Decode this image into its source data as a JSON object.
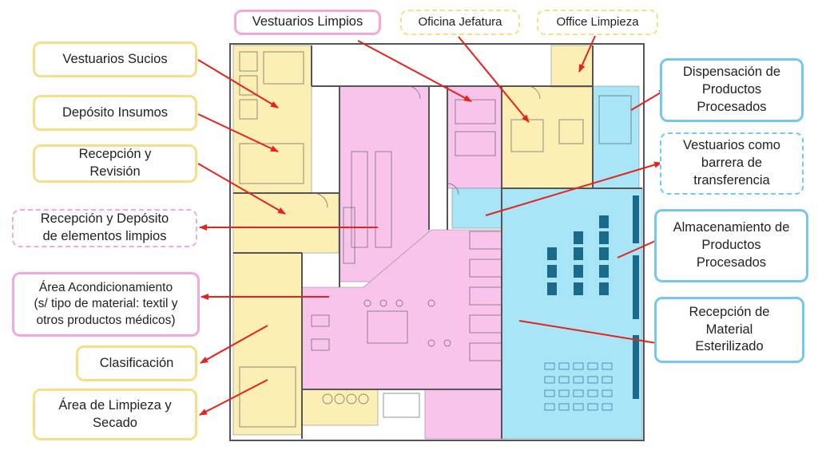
{
  "labels": {
    "vestuarios_limpios": "Vestuarios Limpios",
    "oficina_jefatura": "Oficina Jefatura",
    "office_limpieza": "Office Limpieza",
    "vestuarios_sucios": "Vestuarios Sucios",
    "deposito_insumos": "Depósito Insumos",
    "recepcion_revision": "Recepción  y\nRevisión",
    "recepcion_deposito_limpios": "Recepción y Depósito\nde elementos limpios",
    "area_acondicionamiento": "Área Acondicionamiento\n(s/ tipo de material: textil y\notros productos médicos)",
    "clasificacion": "Clasificación",
    "area_limpieza_secado": "Área de Limpieza y\nSecado",
    "dispensacion": "Dispensación de\nProductos\nProcesados",
    "vestuarios_barrera": "Vestuarios como\nbarrera de\ntransferencia",
    "almacenamiento": "Almacenamiento de\nProductos\nProcesados",
    "recepcion_esterilizado": "Recepción de\nMaterial\nEsterilizado"
  },
  "colors": {
    "yellow_zone": "#fbefb4",
    "pink_zone": "#f8c4ec",
    "blue_zone": "#a7e5f7",
    "arrow": "#e8211d",
    "wall": "#555555"
  }
}
